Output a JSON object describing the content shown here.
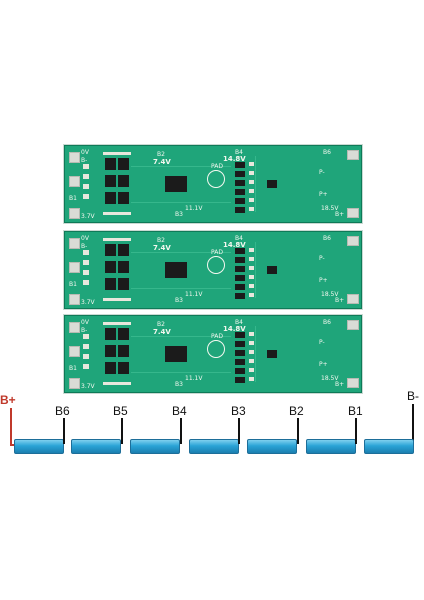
{
  "boards": [
    {
      "labels": {
        "ov": "0V",
        "bminus": "B-",
        "b1": "B1",
        "v37": "3.7V",
        "b2": "B2",
        "v74": "7.4V",
        "b3": "B3",
        "b4": "B4",
        "v148": "14.8V",
        "b6": "B6",
        "v185": "18.5V",
        "pad": "PAD",
        "pminus": "P-",
        "pplus": "P+",
        "bplus": "B+",
        "v111": "11.1V"
      }
    },
    {
      "labels": {
        "ov": "0V",
        "bminus": "B-",
        "b1": "B1",
        "v37": "3.7V",
        "b2": "B2",
        "v74": "7.4V",
        "b3": "B3",
        "b4": "B4",
        "v148": "14.8V",
        "b6": "B6",
        "v185": "18.5V",
        "pad": "PAD",
        "pminus": "P-",
        "pplus": "P+",
        "bplus": "B+",
        "v111": "11.1V"
      }
    },
    {
      "labels": {
        "ov": "0V",
        "bminus": "B-",
        "b1": "B1",
        "v37": "3.7V",
        "b2": "B2",
        "v74": "7.4V",
        "b3": "B3",
        "b4": "B4",
        "v148": "14.8V",
        "b6": "B6",
        "v185": "18.5V",
        "pad": "PAD",
        "pminus": "P-",
        "pplus": "P+",
        "bplus": "B+",
        "v111": "11.1V"
      }
    }
  ],
  "wiring": {
    "b_plus": "B+",
    "b_minus": "B-",
    "taps": [
      "B6",
      "B5",
      "B4",
      "B3",
      "B2",
      "B1"
    ]
  },
  "colors": {
    "pcb": "#1fa57a",
    "cell": "#2aa3d6",
    "b_plus": "#c0392b"
  }
}
